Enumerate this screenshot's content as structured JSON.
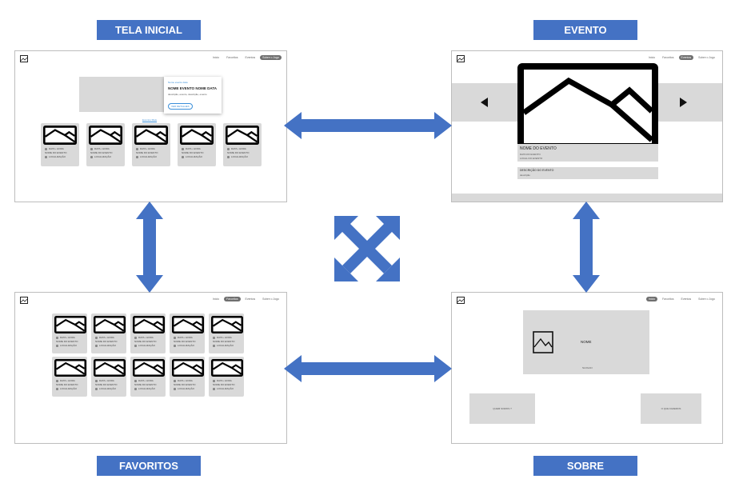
{
  "labels": {
    "tela_inicial": "TELA INICIAL",
    "evento": "EVENTO",
    "favoritos": "FAVORITOS",
    "sobre": "SOBRE"
  },
  "nav": {
    "items": [
      "Início",
      "Favoritos",
      "Eventos",
      "Sobre o Jogo"
    ]
  },
  "inicial": {
    "hero_kicker": "Nome evento data",
    "hero_title": "NOME EVENTO NOME DATA",
    "hero_desc": "descrição, evento, descrição, evento",
    "hero_button": "VER DETALHES",
    "section_link": "Eventos Mais"
  },
  "card": {
    "date": "DATA • HORA",
    "name": "NOME DO EVENTO",
    "place": "LOCALIZAÇÃO"
  },
  "evento": {
    "name": "NOME DO EVENTO",
    "date": "DATA DO EVENTO",
    "place": "LOCAL DO EVENTO",
    "desc_title": "DESCRIÇÃO DO EVENTO",
    "desc_text": "descrição"
  },
  "sobre": {
    "name": "NOME",
    "slogan": "SLOGAN",
    "box_left": "QUEM SOMOS ?",
    "box_right": "O QUE FAZEMOS"
  },
  "colors": {
    "label_bg": "#4472c4",
    "arrow": "#4472c4",
    "card": "#d9d9d9"
  }
}
